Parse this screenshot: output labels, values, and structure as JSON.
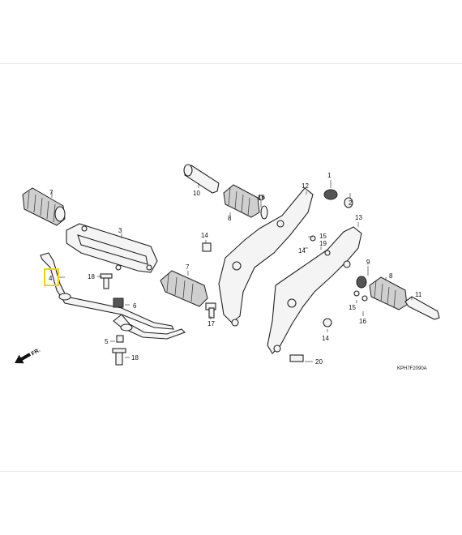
{
  "diagram_code": "KPH7F2090A",
  "direction_label": "FR.",
  "highlight_color": "#f2d400",
  "highlighted_callout": "4",
  "callouts": [
    "1",
    "2",
    "3",
    "4",
    "5",
    "6",
    "7",
    "7",
    "8",
    "8",
    "9",
    "10",
    "11",
    "12",
    "13",
    "14",
    "14",
    "15",
    "15",
    "16",
    "16",
    "17",
    "18",
    "18",
    "19",
    "20"
  ],
  "icon": "front-direction-arrow-icon"
}
